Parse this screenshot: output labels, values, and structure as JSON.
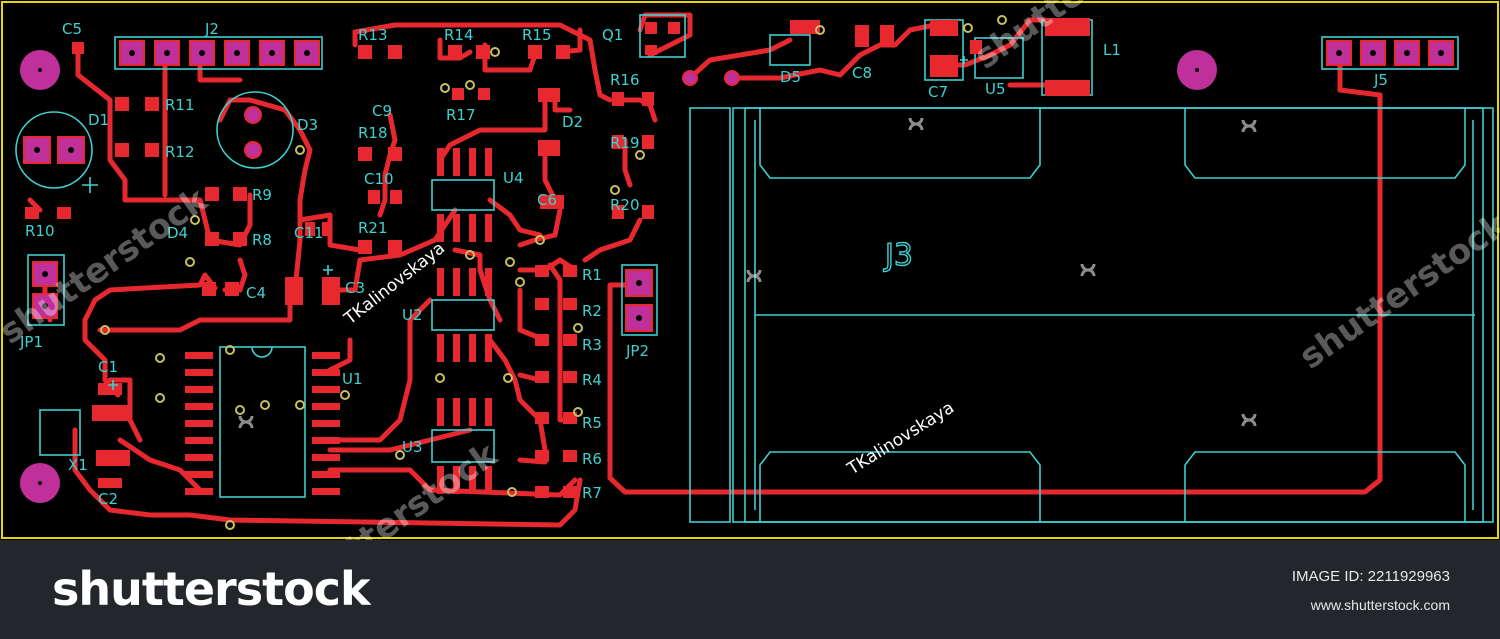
{
  "colors": {
    "background": "#000000",
    "border": "#e8d600",
    "trace": "#e8282f",
    "silkscreen": "#3fd0d0",
    "hole": "#c0309a",
    "via": "#c8c060",
    "footer": "#23262a"
  },
  "labels": {
    "c5": "C5",
    "j2": "J2",
    "r13": "R13",
    "r14": "R14",
    "r15": "R15",
    "q1": "Q1",
    "l1": "L1",
    "j5": "J5",
    "r11": "R11",
    "d1": "D1",
    "r12": "R12",
    "d3": "D3",
    "c9": "C9",
    "r18": "R18",
    "r17": "R17",
    "r16": "R16",
    "d2": "D2",
    "d5": "D5",
    "c8": "C8",
    "c7": "C7",
    "u5": "U5",
    "r19": "R19",
    "r9": "R9",
    "r10": "R10",
    "c10": "C10",
    "u4": "U4",
    "c6": "C6",
    "d4": "D4",
    "r8": "R8",
    "c11": "C11",
    "r21": "R21",
    "r20": "R20",
    "j3": "J3",
    "c4": "C4",
    "c3": "C3",
    "r1": "R1",
    "jp1": "JP1",
    "u2": "U2",
    "r2": "R2",
    "jp2": "JP2",
    "r3": "R3",
    "c1": "C1",
    "u1": "U1",
    "r4": "R4",
    "r5": "R5",
    "x1": "X1",
    "u3": "U3",
    "r6": "R6",
    "c2": "C2",
    "r7": "R7"
  },
  "watermarks": {
    "author_1": "TKalinovskaya",
    "author_2": "TKalinovskaya",
    "stock": "shutterstock"
  },
  "footer": {
    "brand": "shutterstock",
    "image_id": "IMAGE ID: 2211929963",
    "site": "www.shutterstock.com"
  }
}
